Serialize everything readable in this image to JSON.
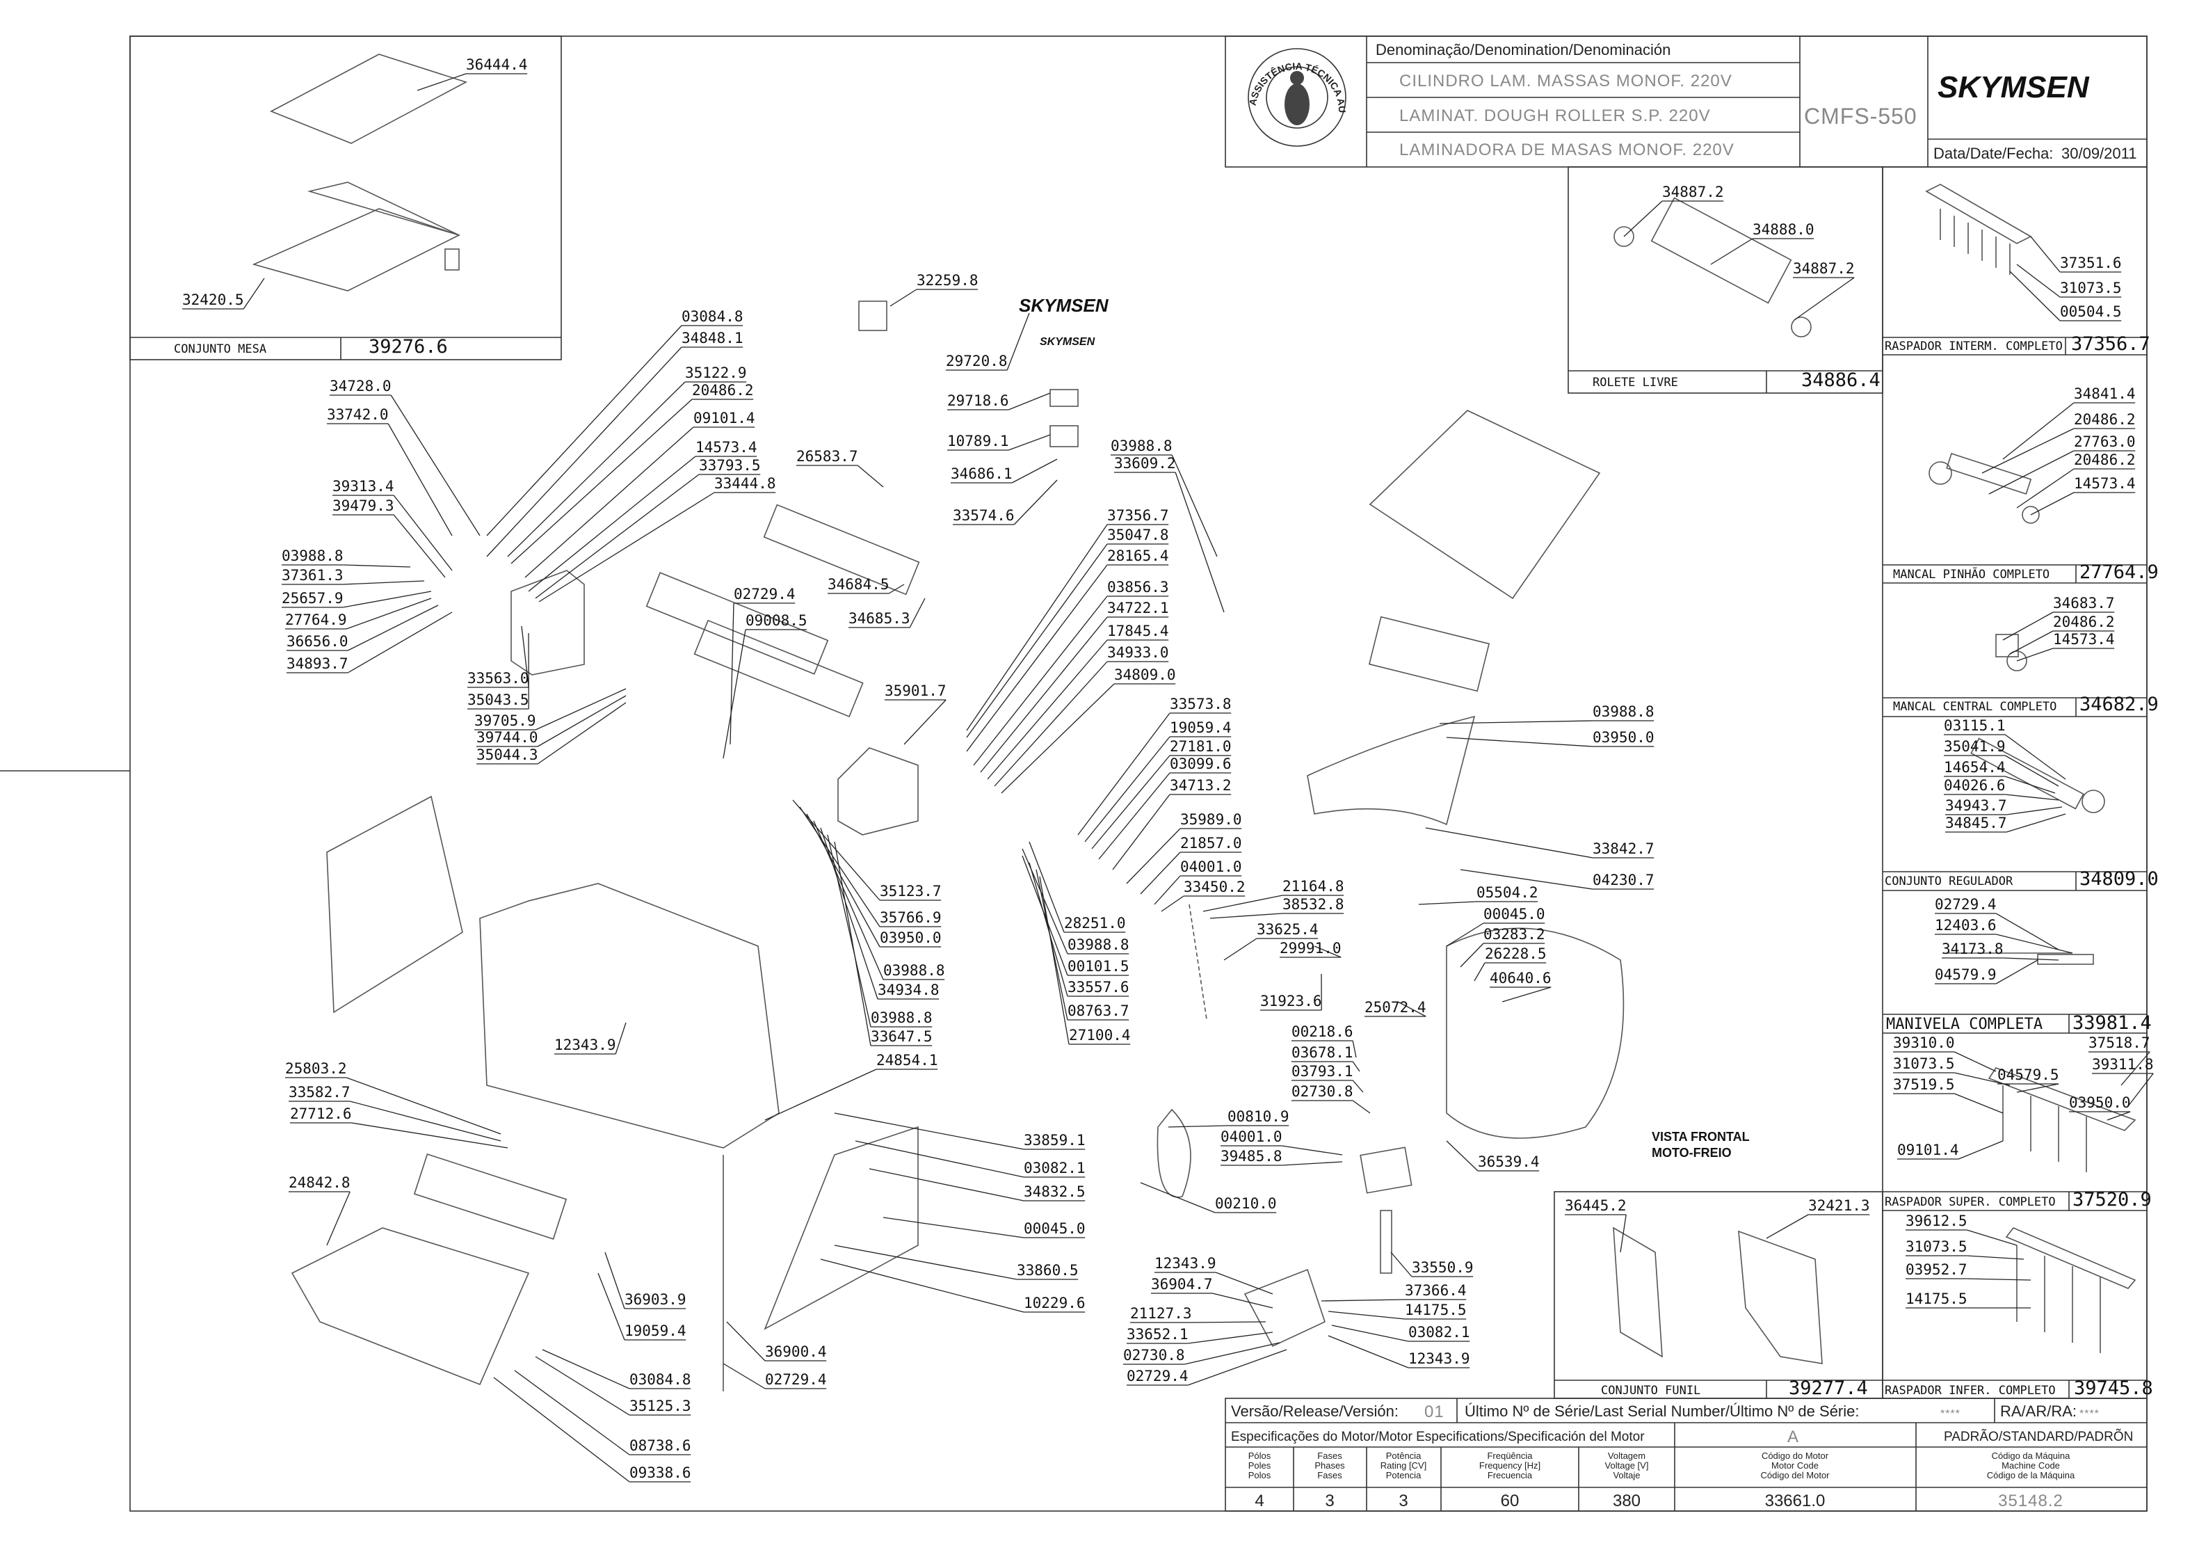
{
  "title_block": {
    "denomination_header": "Denominação/Denomination/Denominación",
    "name_pt": "CILINDRO LAM. MASSAS MONOF. 220V",
    "name_en": "LAMINAT. DOUGH ROLLER S.P. 220V",
    "name_es": "LAMINADORA DE MASAS MONOF. 220V",
    "model": "CMFS-550",
    "brand": "SKYMSEN",
    "date_label": "Data/Date/Fecha:",
    "date": "30/09/2011",
    "logo_text": "ASSISTÊNCIA TÉCNICA AUTORIZADA"
  },
  "release": {
    "label": "Versão/Release/Versión:",
    "value": "01",
    "serial_label": "Último Nº de Série/Last Serial Number/Último Nº de Série:",
    "serial_value": "****",
    "ra_label": "RA/AR/RA:",
    "ra_value": "****"
  },
  "motor_spec": {
    "header": "Especificações do Motor/Motor Especifications/Specificación del Motor",
    "column_a": "A",
    "standard": "PADRÃO/STANDARD/PADRÕN",
    "columns": [
      {
        "l1": "Pólos",
        "l2": "Poles",
        "l3": "Polos",
        "value": "4"
      },
      {
        "l1": "Fases",
        "l2": "Phases",
        "l3": "Fases",
        "value": "3"
      },
      {
        "l1": "Potência",
        "l2": "Rating [CV]",
        "l3": "Potencia",
        "value": "3"
      },
      {
        "l1": "Freqüência",
        "l2": "Frequency [Hz]",
        "l3": "Frecuencia",
        "value": "60"
      },
      {
        "l1": "Voltagem",
        "l2": "Voltage [V]",
        "l3": "Voltaje",
        "value": "380"
      },
      {
        "l1": "Código do Motor",
        "l2": "Motor Code",
        "l3": "Código del Motor",
        "value": "33661.0"
      },
      {
        "l1": "Código da Máquina",
        "l2": "Machine Code",
        "l3": "Código de la Máquina",
        "value": "35148.2"
      }
    ]
  },
  "assemblies": [
    {
      "name": "CONJUNTO MESA",
      "code": "39276.6"
    },
    {
      "name": "ROLETE LIVRE",
      "code": "34886.4"
    },
    {
      "name": "RASPADOR INTERM. COMPLETO",
      "code": "37356.7"
    },
    {
      "name": "MANCAL PINHÃO COMPLETO",
      "code": "27764.9"
    },
    {
      "name": "MANCAL CENTRAL COMPLETO",
      "code": "34682.9"
    },
    {
      "name": "CONJUNTO REGULADOR",
      "code": "34809.0"
    },
    {
      "name": "MANIVELA COMPLETA",
      "code": "33981.4"
    },
    {
      "name": "RASPADOR SUPER. COMPLETO",
      "code": "37520.9"
    },
    {
      "name": "CONJUNTO FUNIL",
      "code": "39277.4"
    },
    {
      "name": "RASPADOR INFER. COMPLETO",
      "code": "39745.8"
    }
  ],
  "note": {
    "line1": "VISTA FRONTAL",
    "line2": "MOTO-FREIO"
  },
  "parts": [
    "36444.4",
    "32420.5",
    "03084.8",
    "34848.1",
    "34728.0",
    "33742.0",
    "35122.9",
    "20486.2",
    "09101.4",
    "14573.4",
    "33793.5",
    "33444.8",
    "39313.4",
    "39479.3",
    "03988.8",
    "37361.3",
    "25657.9",
    "27764.9",
    "36656.0",
    "34893.7",
    "33563.0",
    "35043.5",
    "39705.9",
    "39744.0",
    "35044.3",
    "32259.8",
    "29720.8",
    "29718.6",
    "10789.1",
    "34686.1",
    "33574.6",
    "26583.7",
    "34684.5",
    "34685.3",
    "02729.4",
    "09008.5",
    "35901.7",
    "03988.8",
    "33609.2",
    "37356.7",
    "35047.8",
    "28165.4",
    "03856.3",
    "34722.1",
    "17845.4",
    "34933.0",
    "34809.0",
    "33573.8",
    "19059.4",
    "27181.0",
    "03099.6",
    "34713.2",
    "35989.0",
    "21857.0",
    "04001.0",
    "33450.2",
    "21164.8",
    "38532.8",
    "33625.4",
    "29991.0",
    "31923.6",
    "03988.8",
    "03950.0",
    "33842.7",
    "04230.7",
    "35123.7",
    "35766.9",
    "03950.0",
    "03988.8",
    "34934.8",
    "03988.8",
    "33647.5",
    "28251.0",
    "03988.8",
    "00101.5",
    "33557.6",
    "08763.7",
    "27100.4",
    "05504.2",
    "00045.0",
    "03283.2",
    "26228.5",
    "40640.6",
    "25072.4",
    "00218.6",
    "03678.1",
    "03793.1",
    "02730.8",
    "12343.9",
    "25803.2",
    "33582.7",
    "27712.6",
    "24854.1",
    "24842.8",
    "00810.9",
    "04001.0",
    "39485.8",
    "36539.4",
    "00210.0",
    "33859.1",
    "03082.1",
    "34832.5",
    "00045.0",
    "33860.5",
    "10229.6",
    "36903.9",
    "19059.4",
    "36900.4",
    "02729.4",
    "03084.8",
    "35125.3",
    "08738.6",
    "09338.6",
    "33550.9",
    "12343.9",
    "36904.7",
    "21127.3",
    "33652.1",
    "02730.8",
    "02729.4",
    "37366.4",
    "14175.5",
    "03082.1",
    "12343.9",
    "34887.2",
    "34888.0",
    "34887.2",
    "37351.6",
    "31073.5",
    "00504.5",
    "34841.4",
    "20486.2",
    "27763.0",
    "20486.2",
    "14573.4",
    "34683.7",
    "20486.2",
    "14573.4",
    "03115.1",
    "35041.9",
    "14654.4",
    "04026.6",
    "34943.7",
    "34845.7",
    "02729.4",
    "12403.6",
    "34173.8",
    "04579.9",
    "39310.0",
    "37518.7",
    "31073.5",
    "04579.5",
    "39311.8",
    "37519.5",
    "03950.0",
    "09101.4",
    "36445.2",
    "32421.3",
    "39612.5",
    "31073.5",
    "03952.7",
    "14175.5"
  ]
}
